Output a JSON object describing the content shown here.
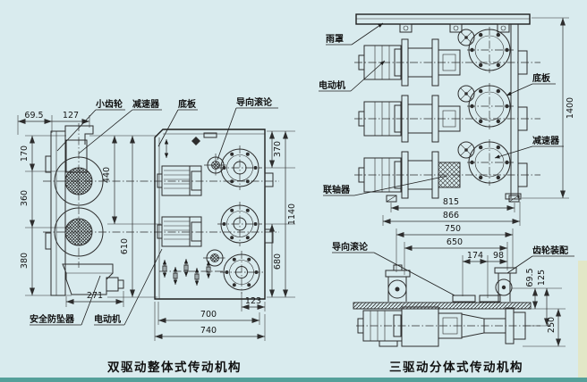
{
  "page": {
    "background": "#d9ebee",
    "ink": "#2d2d2d"
  },
  "left_diagram": {
    "caption": "双驱动整体式传动机构",
    "labels": {
      "small_gear": "小齿轮",
      "reducer": "减速器",
      "base_plate": "底板",
      "guide_roller": "导向滚论",
      "safety_arrester": "安全防坠器",
      "motor": "电动机"
    },
    "dims": {
      "w69_5": "69.5",
      "w127": "127",
      "h170": "170",
      "h360": "360",
      "h380": "380",
      "w271": "271",
      "h440": "440",
      "h610": "610",
      "h370": "370",
      "h1140": "1140",
      "h680": "680",
      "w123": "123",
      "w700": "700",
      "w740": "740"
    }
  },
  "right_diagram": {
    "caption": "三驱动分体式传动机构",
    "labels": {
      "rain_cover": "雨罩",
      "motor": "电动机",
      "base_plate": "底板",
      "reducer": "减速器",
      "coupling": "联轴器",
      "guide_roller": "导向滚论",
      "gear_assembly": "齿轮装配"
    },
    "dims": {
      "h1400": "1400",
      "w815": "815",
      "w866": "866",
      "w750": "750",
      "w650": "650",
      "w174": "174",
      "w98": "98",
      "h69_5": "69.5",
      "h125": "125",
      "h250": "250"
    }
  }
}
